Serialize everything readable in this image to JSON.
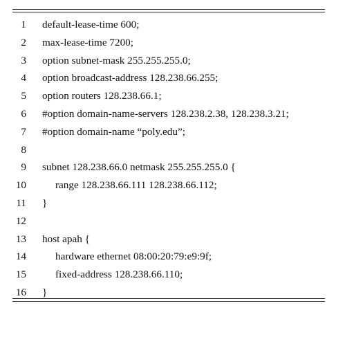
{
  "lines": [
    {
      "n": "1",
      "text": "default-lease-time 600;"
    },
    {
      "n": "2",
      "text": "max-lease-time 7200;"
    },
    {
      "n": "3",
      "text": "option subnet-mask 255.255.255.0;"
    },
    {
      "n": "4",
      "text": "option broadcast-address 128.238.66.255;"
    },
    {
      "n": "5",
      "text": "option routers 128.238.66.1;"
    },
    {
      "n": "6",
      "text": "#option domain-name-servers 128.238.2.38, 128.238.3.21;"
    },
    {
      "n": "7",
      "text": "#option domain-name “poly.edu”;"
    },
    {
      "n": "8",
      "text": ""
    },
    {
      "n": "9",
      "text": "subnet 128.238.66.0 netmask 255.255.255.0 {"
    },
    {
      "n": "10",
      "text": "range 128.238.66.111 128.238.66.112;"
    },
    {
      "n": "11",
      "text": "}"
    },
    {
      "n": "12",
      "text": ""
    },
    {
      "n": "13",
      "text": "host apah {"
    },
    {
      "n": "14",
      "text": "hardware ethernet 08:00:20:79:e9:9f;"
    },
    {
      "n": "15",
      "text": "fixed-address 128.238.66.110;"
    },
    {
      "n": "16",
      "text": "}"
    }
  ]
}
